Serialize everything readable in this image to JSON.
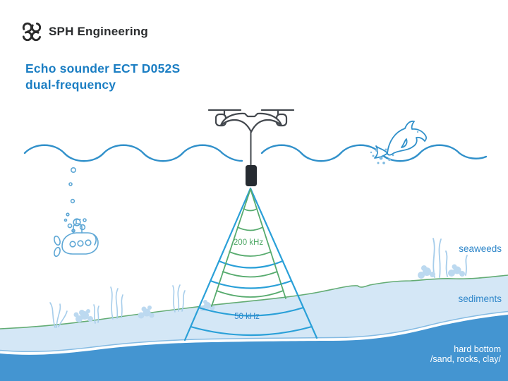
{
  "brand": {
    "name": "SPH Engineering",
    "logo_icon": "drone-rotors-icon"
  },
  "title": {
    "line1": "Echo sounder ECT D052S",
    "line2": "dual-frequency"
  },
  "scene": {
    "beam_labels": {
      "inner": "200 kHz",
      "outer": "50 kHz"
    },
    "layer_labels": {
      "seaweeds": "seaweeds",
      "sediments": "sediments",
      "hard_bottom_line1": "hard bottom",
      "hard_bottom_line2": "/sand, rocks, clay/"
    }
  },
  "colors": {
    "title_blue": "#1B7EC3",
    "text_dark": "#2A2C2E",
    "logo_dark": "#2A2A2A",
    "wave_blue": "#3090CA",
    "beam_blue": "#2AA0D8",
    "beam_green": "#57AB6E",
    "seabed_green": "#63AC74",
    "label_blue": "#2E86C9",
    "khz_green": "#4FA866",
    "sediment_fill": "#D4E7F6",
    "hard_bottom_fill": "#4495D1",
    "gap_line_blue": "#85BBE3",
    "plant_blue": "#A6CDEB",
    "plant_fill": "#BCD9F0",
    "submarine_blue": "#5EA7D5",
    "splash_blue": "#7DB9E0",
    "drone_dark": "#43484E",
    "transducer_black": "#262B31",
    "label_white": "#FFFFFF"
  }
}
